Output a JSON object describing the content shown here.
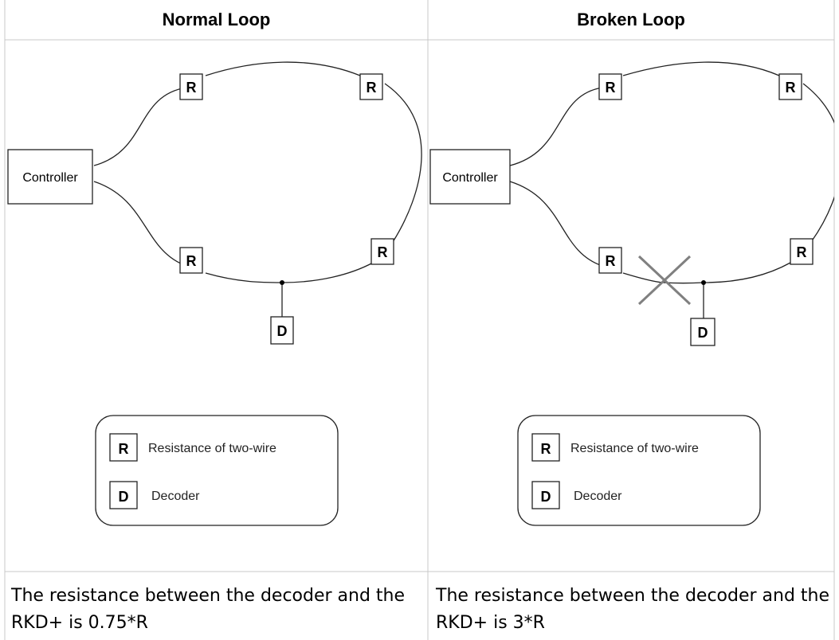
{
  "columns": [
    {
      "header": "Normal Loop",
      "controller_label": "Controller",
      "resistor_label": "R",
      "decoder_label": "D",
      "legend": {
        "items": [
          {
            "symbol": "R",
            "text": "Resistance of two-wire"
          },
          {
            "symbol": "D",
            "text": "Decoder"
          }
        ]
      },
      "caption": "The resistance between the decoder and the RKD+ is 0.75*R"
    },
    {
      "header": "Broken Loop",
      "controller_label": "Controller",
      "resistor_label": "R",
      "decoder_label": "D",
      "legend": {
        "items": [
          {
            "symbol": "R",
            "text": "Resistance of two-wire"
          },
          {
            "symbol": "D",
            "text": "Decoder"
          }
        ]
      },
      "caption": "The resistance between the decoder and the RKD+ is 3*R"
    }
  ]
}
